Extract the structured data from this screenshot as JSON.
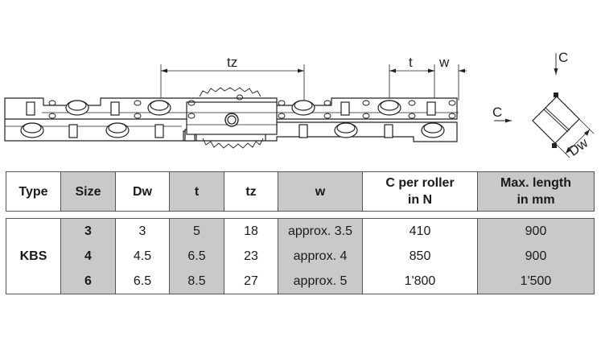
{
  "drawing": {
    "dim_labels": {
      "tz": "tz",
      "t": "t",
      "w": "w",
      "c_top": "C",
      "c_side": "C",
      "dw": "Dw"
    }
  },
  "table": {
    "headers": {
      "type": "Type",
      "size": "Size",
      "dw": "Dw",
      "t": "t",
      "tz": "tz",
      "w": "w",
      "c_line1": "C per roller",
      "c_line2": "in N",
      "max_line1": "Max. length",
      "max_line2": "in mm"
    },
    "type_value": "KBS",
    "rows": [
      {
        "size": "3",
        "dw": "3",
        "t": "5",
        "tz": "18",
        "w": "approx. 3.5",
        "c": "410",
        "max": "900"
      },
      {
        "size": "4",
        "dw": "4.5",
        "t": "6.5",
        "tz": "23",
        "w": "approx. 4",
        "c": "850",
        "max": "900"
      },
      {
        "size": "6",
        "dw": "6.5",
        "t": "8.5",
        "tz": "27",
        "w": "approx. 5",
        "c": "1'800",
        "max": "1'500"
      }
    ]
  }
}
